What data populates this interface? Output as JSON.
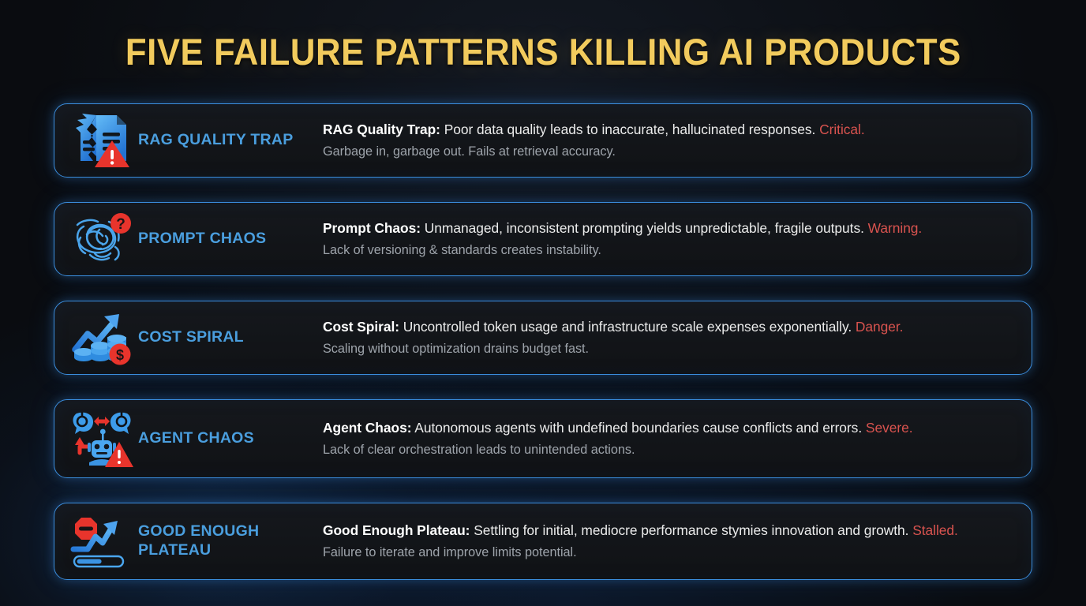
{
  "page": {
    "title": "FIVE FAILURE PATTERNS KILLING AI PRODUCTS",
    "accent_blue": "#4a9ede",
    "accent_gold": "#f2cb5d",
    "accent_red": "#d9534f",
    "background": "#0a0c10",
    "card_border": "#3b8ede"
  },
  "cards": [
    {
      "icon": "broken-document-warning-icon",
      "label": "RAG QUALITY TRAP",
      "term": "RAG Quality Trap:",
      "description": " Poor data quality leads to inaccurate, hallucinated responses.",
      "status": " Critical.",
      "subtext": "Garbage in, garbage out. Fails at retrieval accuracy."
    },
    {
      "icon": "tangled-scribble-question-icon",
      "label": "PROMPT CHAOS",
      "term": "Prompt Chaos:",
      "description": " Unmanaged, inconsistent prompting yields unpredictable, fragile outputs.",
      "status": " Warning.",
      "subtext": "Lack of versioning & standards creates instability."
    },
    {
      "icon": "rising-arrow-coins-dollar-icon",
      "label": "COST SPIRAL",
      "term": "Cost Spiral:",
      "description": " Uncontrolled token usage and infrastructure scale expenses exponentially.",
      "status": " Danger.",
      "subtext": "Scaling without optimization drains budget fast."
    },
    {
      "icon": "robot-agents-conflict-warning-icon",
      "label": "AGENT CHAOS",
      "term": "Agent Chaos:",
      "description": " Autonomous agents with undefined boundaries cause conflicts and errors.",
      "status": " Severe.",
      "subtext": "Lack of clear orchestration leads to unintended actions."
    },
    {
      "icon": "stop-sign-plateau-arrow-progress-icon",
      "label": "GOOD ENOUGH PLATEAU",
      "term": "Good Enough Plateau:",
      "description": " Settling for initial, mediocre performance stymies innovation and growth.",
      "status": " Stalled.",
      "subtext": "Failure to iterate and improve limits potential."
    }
  ]
}
